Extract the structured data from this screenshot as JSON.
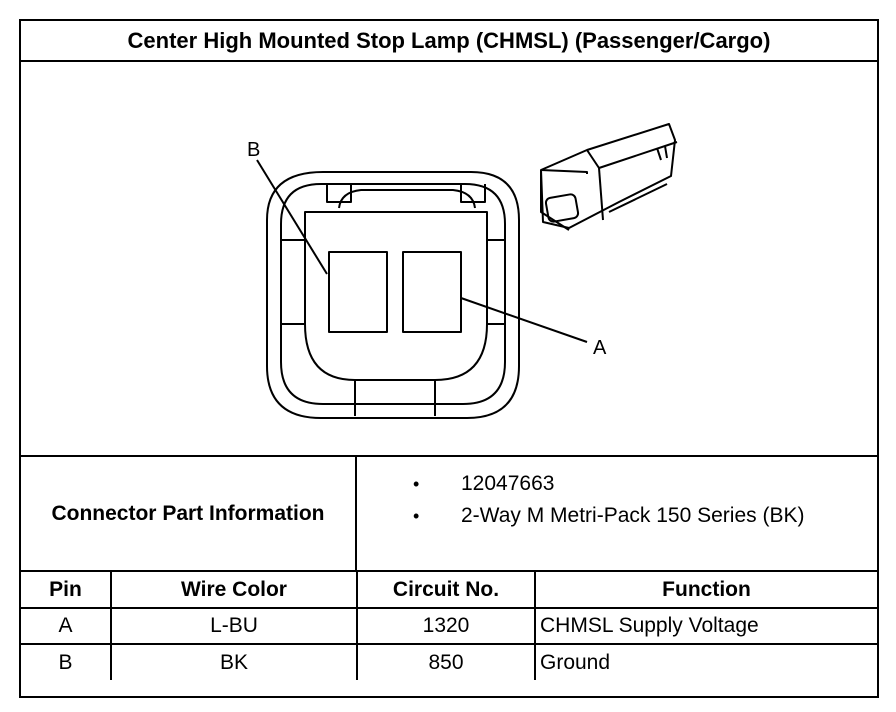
{
  "title": "Center High Mounted Stop Lamp (CHMSL) (Passenger/Cargo)",
  "diagram": {
    "label_b": "B",
    "label_a": "A"
  },
  "connector_info": {
    "label": "Connector Part Information",
    "bullet": "•",
    "items": [
      "12047663",
      "2-Way M Metri-Pack 150 Series (BK)"
    ]
  },
  "pin_table": {
    "headers": [
      "Pin",
      "Wire Color",
      "Circuit No.",
      "Function"
    ],
    "rows": [
      [
        "A",
        "L-BU",
        "1320",
        "CHMSL Supply Voltage"
      ],
      [
        "B",
        "BK",
        "850",
        "Ground"
      ]
    ]
  }
}
